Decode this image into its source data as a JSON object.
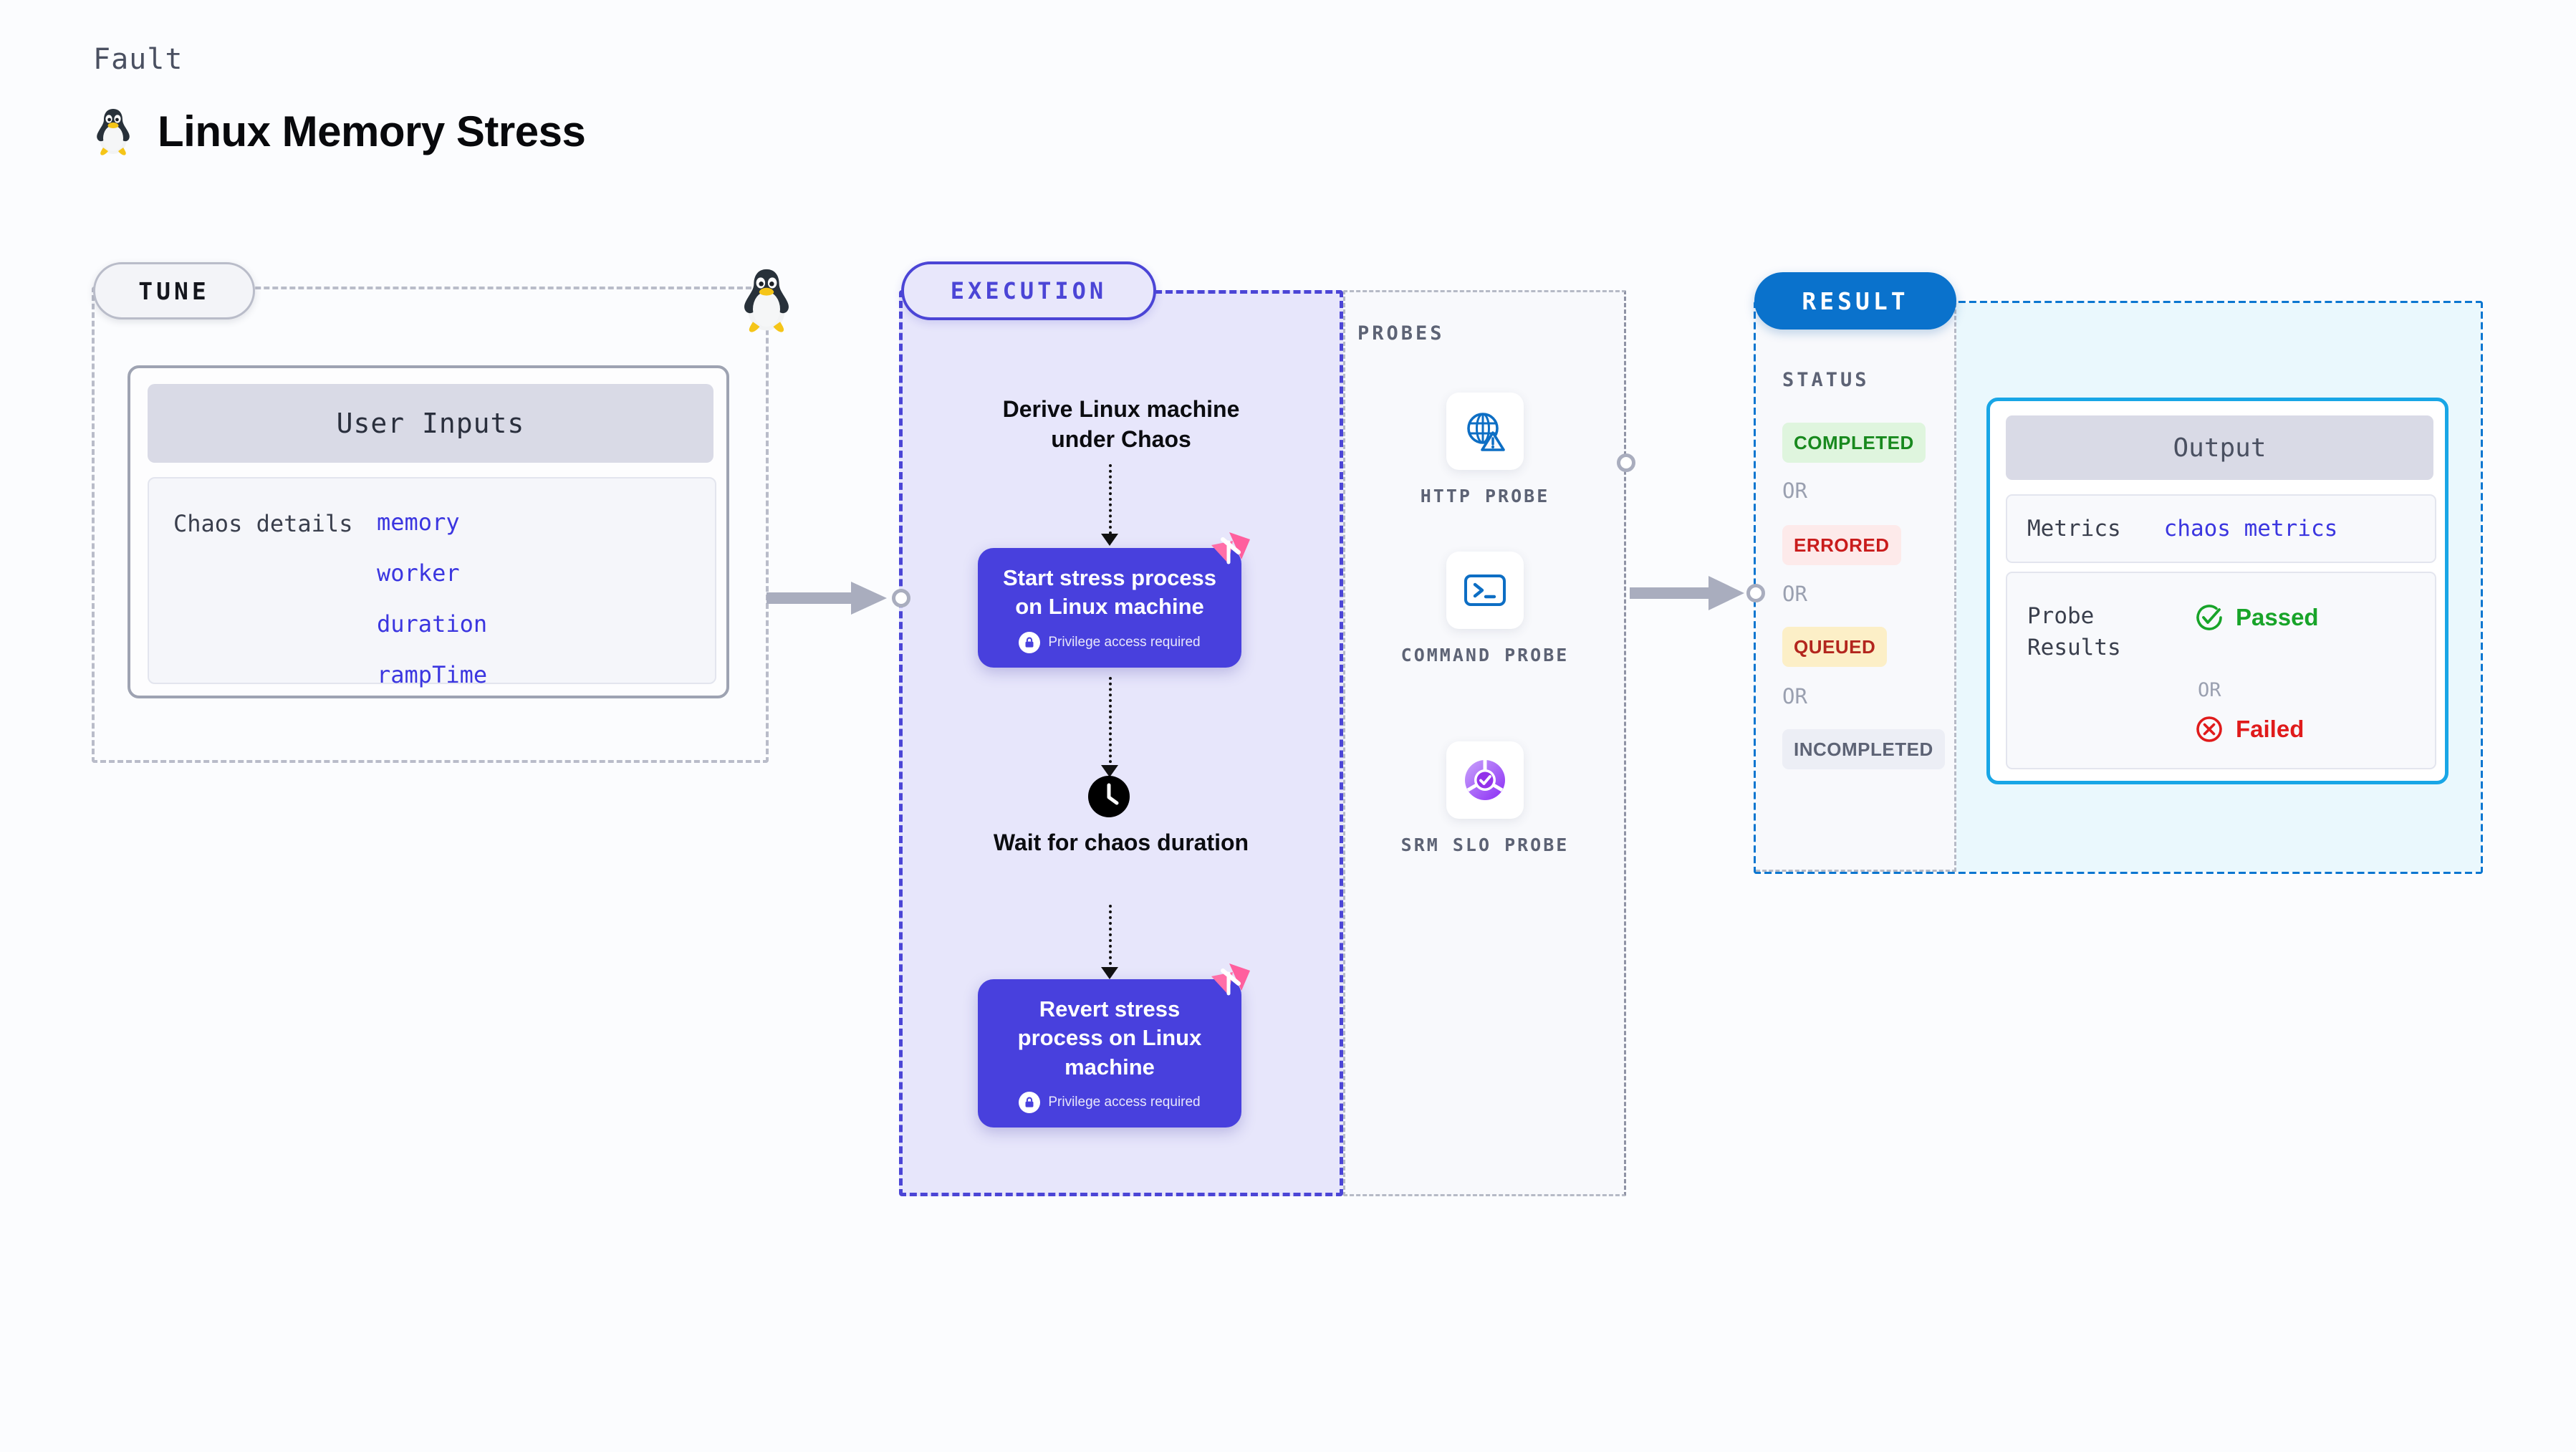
{
  "header": {
    "eyebrow": "Fault",
    "title": "Linux Memory Stress",
    "icon": "tux-penguin-icon"
  },
  "tune": {
    "pill_label": "TUNE",
    "edge_icon": "tux-penguin-icon",
    "user_inputs": {
      "header": "User Inputs",
      "row_label": "Chaos details",
      "params": [
        "memory",
        "worker",
        "duration",
        "rampTime"
      ]
    }
  },
  "execution": {
    "pill_label": "EXECUTION",
    "derive_step": "Derive Linux machine under Chaos",
    "cards": [
      {
        "title": "Start stress process on Linux machine",
        "note": "Privilege access required",
        "note_icon": "lock-icon",
        "badge_icon": "harness-logo-icon"
      },
      {
        "title": "Revert stress process on Linux machine",
        "note": "Privilege access required",
        "note_icon": "lock-icon",
        "badge_icon": "harness-logo-icon"
      }
    ],
    "wait_step": {
      "icon": "clock-icon",
      "label": "Wait for chaos duration"
    }
  },
  "probes": {
    "section_label": "PROBES",
    "items": [
      {
        "name": "HTTP PROBE",
        "icon": "globe-warning-icon"
      },
      {
        "name": "COMMAND PROBE",
        "icon": "terminal-icon"
      },
      {
        "name": "SRM SLO PROBE",
        "icon": "slo-check-icon"
      }
    ]
  },
  "result": {
    "pill_label": "RESULT",
    "status_label": "STATUS",
    "or_label": "OR",
    "statuses": [
      {
        "label": "COMPLETED",
        "bg": "#dff5de",
        "fg": "#18891e"
      },
      {
        "label": "ERRORED",
        "bg": "#fdeaea",
        "fg": "#c91c1c"
      },
      {
        "label": "QUEUED",
        "bg": "#fcefc7",
        "fg": "#b3261e"
      },
      {
        "label": "INCOMPLETED",
        "bg": "#eceef5",
        "fg": "#5d6375"
      }
    ],
    "output": {
      "header": "Output",
      "metrics_label": "Metrics",
      "metrics_value": "chaos metrics",
      "probe_results_label": "Probe Results",
      "or_label": "OR",
      "passed": {
        "label": "Passed",
        "icon": "check-circle-icon",
        "color": "#18a429"
      },
      "failed": {
        "label": "Failed",
        "icon": "x-circle-icon",
        "color": "#e01b1b"
      }
    }
  },
  "colors": {
    "execution_purple": "#4b45d6",
    "result_blue": "#0a72cc",
    "card_purple": "#4840dd",
    "harness_pink": "#ff6b9d",
    "output_cyan": "#18a6e6"
  }
}
